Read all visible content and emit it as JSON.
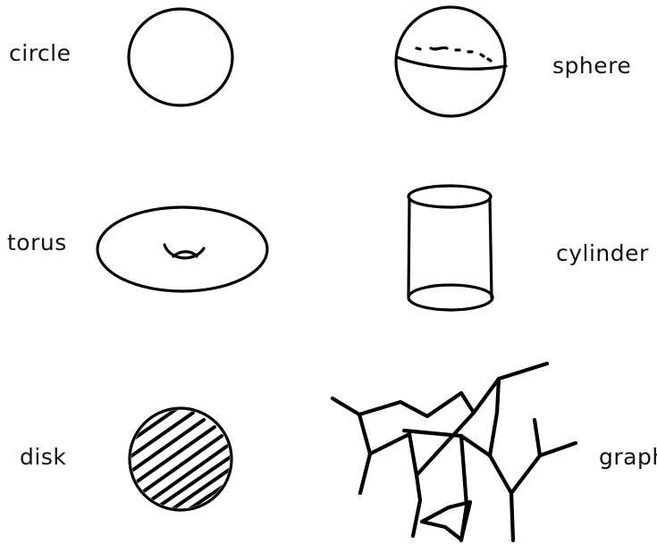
{
  "shapes": {
    "circle": {
      "label": "circle"
    },
    "sphere": {
      "label": "sphere"
    },
    "torus": {
      "label": "torus"
    },
    "cylinder": {
      "label": "cylinder"
    },
    "disk": {
      "label": "disk"
    },
    "graph": {
      "label": "graph"
    }
  },
  "colors": {
    "ink": "#000000",
    "background": "#ffffff"
  }
}
